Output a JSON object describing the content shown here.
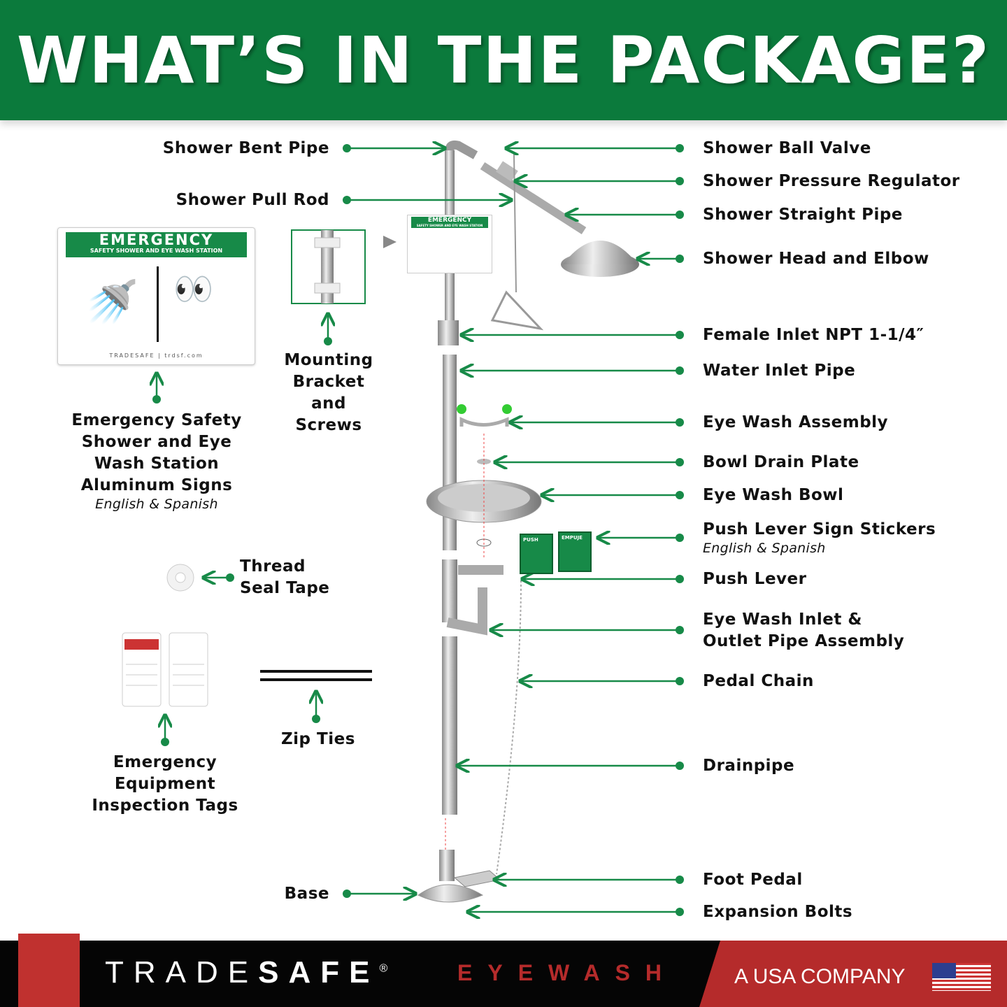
{
  "title": "WHAT’S IN THE PACKAGE?",
  "parts_right": [
    {
      "label": "Shower Ball Valve"
    },
    {
      "label": "Shower Pressure Regulator"
    },
    {
      "label": "Shower Straight Pipe"
    },
    {
      "label": "Shower Head and Elbow"
    },
    {
      "label": "Female Inlet NPT 1-1/4″"
    },
    {
      "label": "Water Inlet Pipe"
    },
    {
      "label": "Eye Wash Assembly"
    },
    {
      "label": "Bowl Drain Plate"
    },
    {
      "label": "Eye Wash Bowl"
    },
    {
      "label": "Push Lever Sign Stickers",
      "sub": "English & Spanish"
    },
    {
      "label": "Push Lever"
    },
    {
      "label": "Eye Wash Inlet & Outlet Pipe Assembly"
    },
    {
      "label": "Pedal Chain"
    },
    {
      "label": "Drainpipe"
    },
    {
      "label": "Foot Pedal"
    },
    {
      "label": "Expansion Bolts"
    }
  ],
  "parts_left": {
    "bent_pipe": "Shower Bent Pipe",
    "pull_rod": "Shower Pull Rod",
    "base": "Base"
  },
  "accessories": {
    "signs": {
      "label": "Emergency Safety Shower and Eye Wash Station Aluminum Signs",
      "sub": "English & Spanish"
    },
    "bracket": "Mounting Bracket and Screws",
    "tape": "Thread Seal Tape",
    "tags": "Emergency Equipment Inspection Tags",
    "zip": "Zip Ties"
  },
  "sign": {
    "heading": "EMERGENCY",
    "subheading": "SAFETY SHOWER AND EYE WASH STATION",
    "footer": "TRADESAFE | trdsf.com"
  },
  "stickers": {
    "en": "PUSH",
    "es": "EMPUJE"
  },
  "footer": {
    "brand_light": "TRADE",
    "brand_bold": "SAFE",
    "reg": "®",
    "product": "EYEWASH",
    "tagline": "A USA COMPANY"
  },
  "colors": {
    "green": "#0b7a3c",
    "red": "#b52b2b"
  }
}
